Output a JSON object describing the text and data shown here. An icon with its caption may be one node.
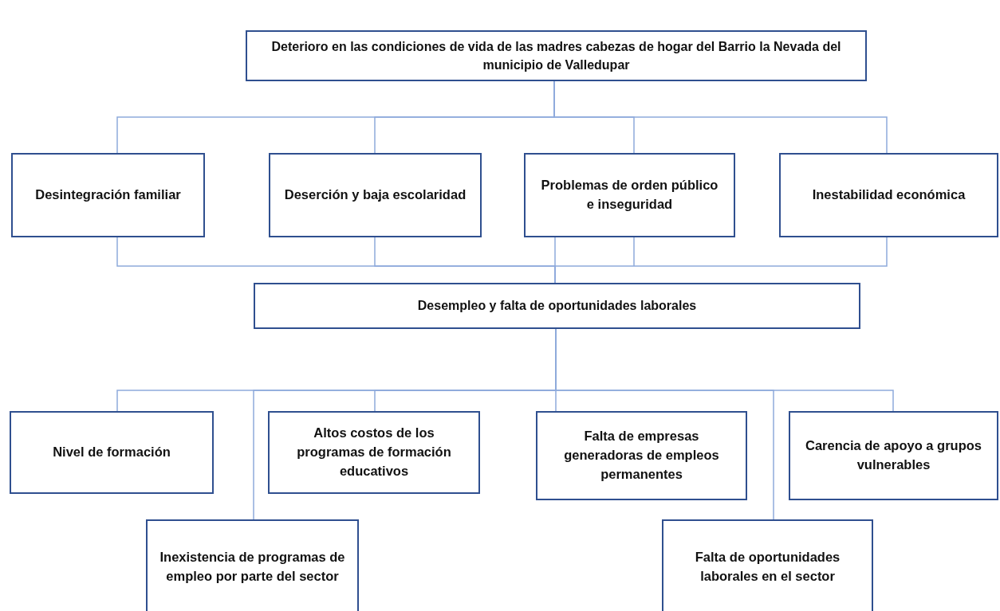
{
  "diagram": {
    "nodes": [
      {
        "text": [
          "Deterioro en las condiciones de vida de las madres cabezas de hogar del Barrio la Nevada del municipio de Valledupar"
        ]
      },
      {
        "text": [
          "Desintegración familiar"
        ]
      },
      {
        "text": [
          "Deserción y baja escolaridad"
        ]
      },
      {
        "text": [
          "Problemas de orden público e inseguridad"
        ]
      },
      {
        "text": [
          "Inestabilidad económica"
        ]
      },
      {
        "text": [
          "Desempleo y falta de oportunidades laborales"
        ]
      },
      {
        "text": [
          "Nivel de formación"
        ]
      },
      {
        "text": [
          "Altos costos de los programas de formación educativos"
        ]
      },
      {
        "text": [
          "Falta de empresas generadoras de empleos permanentes"
        ]
      },
      {
        "text": [
          "Carencia de apoyo a grupos vulnerables"
        ]
      },
      {
        "text": [
          "Inexistencia de programas de empleo por parte del sector"
        ]
      },
      {
        "text": [
          "Falta de oportunidades laborales en el sector"
        ]
      }
    ],
    "edges": [
      {
        "from": 0,
        "to": 1,
        "arrow": "none"
      },
      {
        "from": 0,
        "to": 2,
        "arrow": "none"
      },
      {
        "from": 0,
        "to": 3,
        "arrow": "none"
      },
      {
        "from": 0,
        "to": 4,
        "arrow": "none"
      },
      {
        "from": 1,
        "to": 5,
        "arrow": "none"
      },
      {
        "from": 2,
        "to": 5,
        "arrow": "none"
      },
      {
        "from": 3,
        "to": 5,
        "arrow": "none"
      },
      {
        "from": 4,
        "to": 5,
        "arrow": "none"
      },
      {
        "from": 5,
        "to": 6,
        "arrow": "none"
      },
      {
        "from": 5,
        "to": 10,
        "arrow": "none"
      },
      {
        "from": 5,
        "to": 7,
        "arrow": "none"
      },
      {
        "from": 5,
        "to": 8,
        "arrow": "none"
      },
      {
        "from": 5,
        "to": 11,
        "arrow": "none"
      },
      {
        "from": 5,
        "to": 9,
        "arrow": "none"
      }
    ]
  }
}
